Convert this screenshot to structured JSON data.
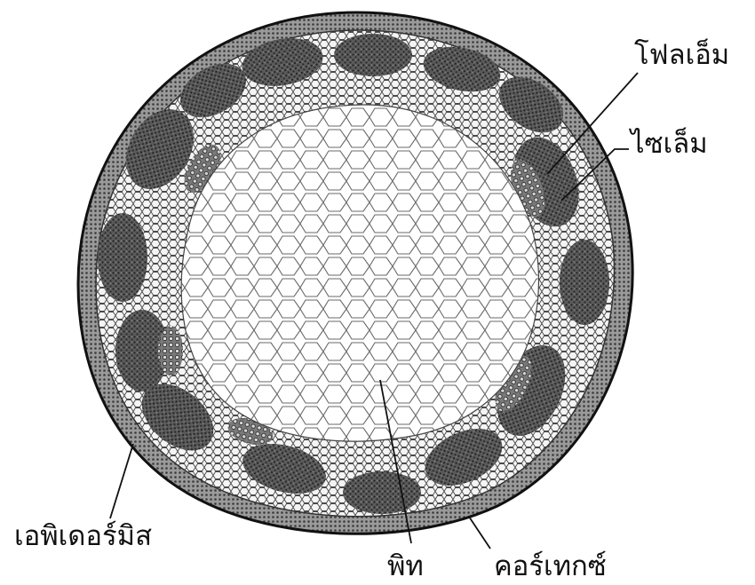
{
  "labels": {
    "phloem": "โฟลเอ็ม",
    "xylem": "ไซเล็ม",
    "epidermis": "เอพิเดอร์มิส",
    "pith": "พิท",
    "cortex": "คอร์เทกซ์"
  },
  "colors": {
    "ink": "#111111",
    "background": "#ffffff",
    "bundle": "#3a3a3a",
    "cell_wall": "#555555"
  }
}
